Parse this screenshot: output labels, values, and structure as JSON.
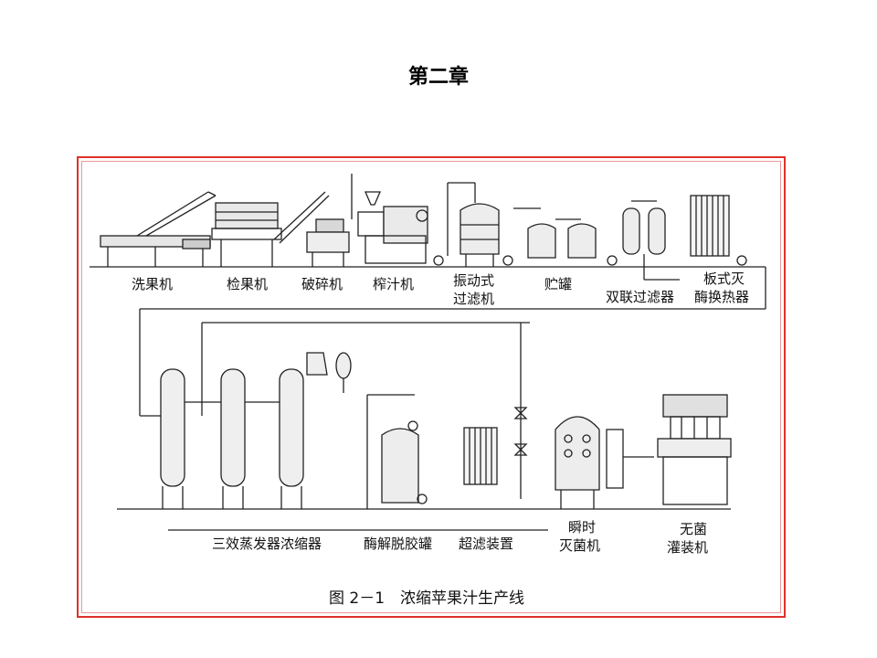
{
  "page": {
    "title": "第二章"
  },
  "figure": {
    "caption": "图 2－1　浓缩苹果汁生产线",
    "row1_labels": {
      "washer": "洗果机",
      "sorter": "检果机",
      "crusher": "破碎机",
      "press": "榨汁机",
      "vibrating_filter_l1": "振动式",
      "vibrating_filter_l2": "过滤机",
      "storage_tank": "贮罐",
      "duplex_filter": "双联过滤器",
      "plate_heater_l1": "板式灭",
      "plate_heater_l2": "酶换热器"
    },
    "row2_labels": {
      "evaporator": "三效蒸发器浓缩器",
      "depectin_tank": "酶解脱胶罐",
      "ultrafilter": "超滤装置",
      "flash_steril_l1": "瞬时",
      "flash_steril_l2": "灭菌机",
      "aseptic_filler_l1": "无菌",
      "aseptic_filler_l2": "灌装机"
    }
  },
  "colors": {
    "frame": "#e0302a",
    "line": "#222222",
    "fill": "#f2f2f2"
  }
}
